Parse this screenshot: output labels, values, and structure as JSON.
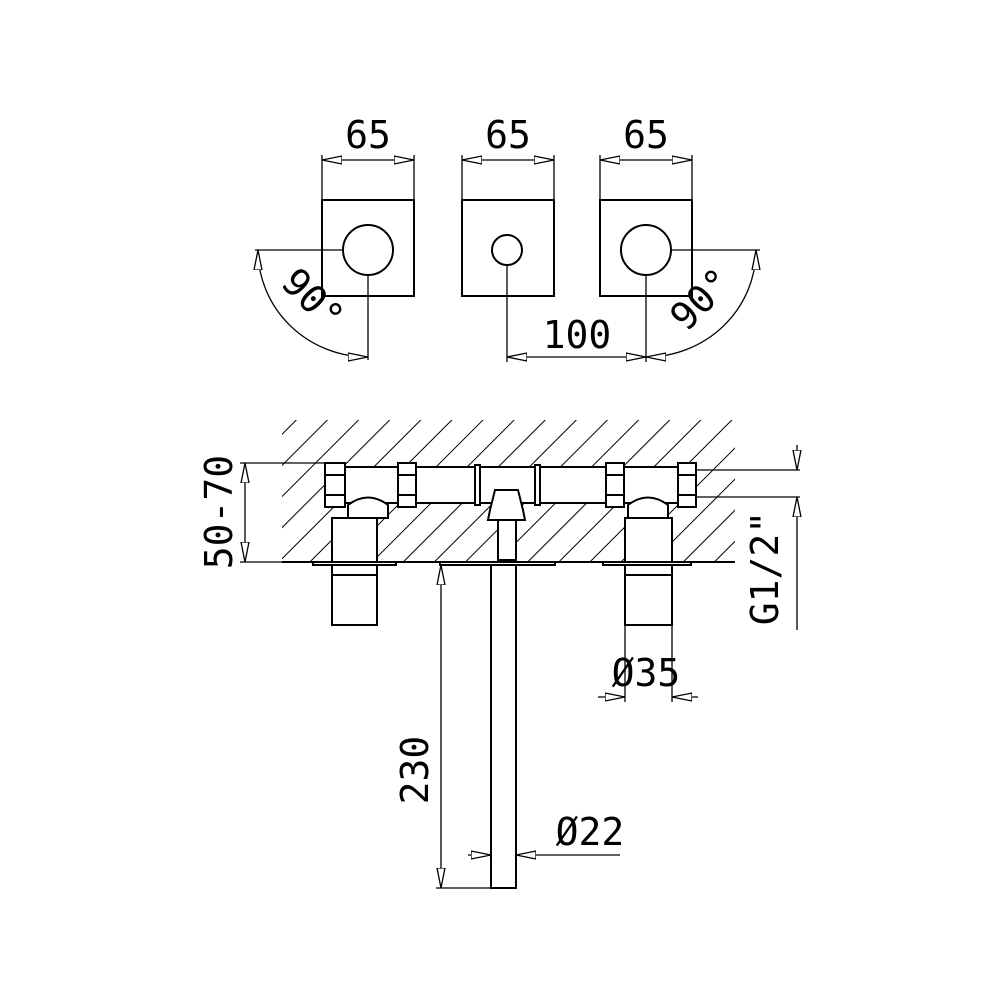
{
  "drawing": {
    "top_view": {
      "width_left": "65",
      "width_middle": "65",
      "width_right": "65",
      "rotation_left": "90°",
      "rotation_right": "90°",
      "spacing": "100"
    },
    "side_view": {
      "wall_depth": "50-70",
      "thread": "G1/2\"",
      "handle_diameter": "Ø35",
      "spout_length": "230",
      "spout_diameter": "Ø22"
    }
  }
}
